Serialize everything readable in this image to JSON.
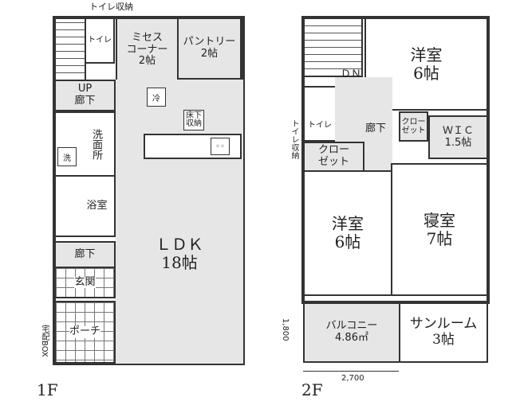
{
  "floor1": {
    "label": "1F",
    "toilet_storage": "トイレ収納",
    "rooms": {
      "misesu": [
        "ミセス",
        "コーナー",
        "2帖"
      ],
      "pantry": [
        "パントリー",
        "2帖"
      ],
      "toilet": "トイレ",
      "hall_up": [
        "UP",
        "廊下"
      ],
      "washroom": "洗面所",
      "washer": "洗",
      "bath": "浴室",
      "hall": "廊下",
      "entrance": "玄関",
      "porch": "ポーチ",
      "ldk": [
        "ＬＤＫ",
        "18帖"
      ],
      "fridge": "冷",
      "underfloor": "床下収納"
    },
    "delivery_box": "宅配BOX"
  },
  "floor2": {
    "label": "2F",
    "toilet_storage": "トイレ収納",
    "rooms": {
      "western1": [
        "洋室",
        "6帖"
      ],
      "dn": "ＤＮ",
      "toilet": "トイレ",
      "hall": "廊下",
      "closet_small": [
        "クロー",
        "ゼット"
      ],
      "wic": [
        "ＷＩＣ",
        "1.5帖"
      ],
      "closet": [
        "クロー",
        "ゼット"
      ],
      "western2": [
        "洋室",
        "6帖"
      ],
      "bedroom": [
        "寝室",
        "7帖"
      ],
      "balcony": [
        "バルコニー",
        "4.86㎡"
      ],
      "sunroom": [
        "サンルーム",
        "3帖"
      ]
    },
    "dim_vertical": "1,800",
    "dim_horizontal": "2,700"
  }
}
